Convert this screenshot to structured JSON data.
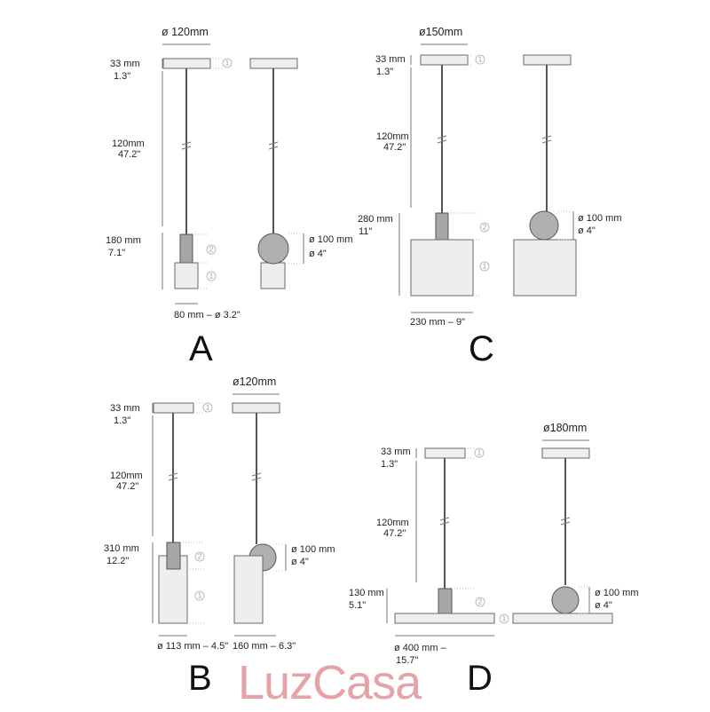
{
  "panels": {
    "A": {
      "letter": "A",
      "canopy_dia": "ø 120mm",
      "canopy_mm": "33 mm",
      "canopy_in": "1.3\"",
      "cable_mm": "120mm",
      "cable_in": "47.2\"",
      "body_mm": "180 mm",
      "body_in": "7.1\"",
      "bulb_mm": "ø 100 mm",
      "bulb_in": "ø 4\"",
      "width": "80 mm – ø 3.2\""
    },
    "B": {
      "letter": "B",
      "canopy_dia": "ø120mm",
      "canopy_mm": "33 mm",
      "canopy_in": "1.3\"",
      "cable_mm": "120mm",
      "cable_in": "47.2\"",
      "body_mm": "310 mm",
      "body_in": "12.2\"",
      "bulb_mm": "ø 100 mm",
      "bulb_in": "ø 4\"",
      "width_left": "ø 113 mm – 4.5\"",
      "width_right": "160 mm – 6.3\""
    },
    "C": {
      "letter": "C",
      "canopy_dia": "ø150mm",
      "canopy_mm": "33 mm",
      "canopy_in": "1.3\"",
      "cable_mm": "120mm",
      "cable_in": "47.2\"",
      "body_mm": "280 mm",
      "body_in": "11\"",
      "bulb_mm": "ø 100 mm",
      "bulb_in": "ø 4\"",
      "width": "230 mm – 9\""
    },
    "D": {
      "letter": "D",
      "canopy_dia": "ø180mm",
      "canopy_mm": "33 mm",
      "canopy_in": "1.3\"",
      "cable_mm": "120mm",
      "cable_in": "47.2\"",
      "body_mm": "130 mm",
      "body_in": "5.1\"",
      "bulb_mm": "ø 100 mm",
      "bulb_in": "ø 4\"",
      "width_1": "ø 400 mm –",
      "width_2": "15.7\""
    }
  },
  "markers": {
    "one": "1",
    "two": "2"
  },
  "watermark": "LuzCasa"
}
